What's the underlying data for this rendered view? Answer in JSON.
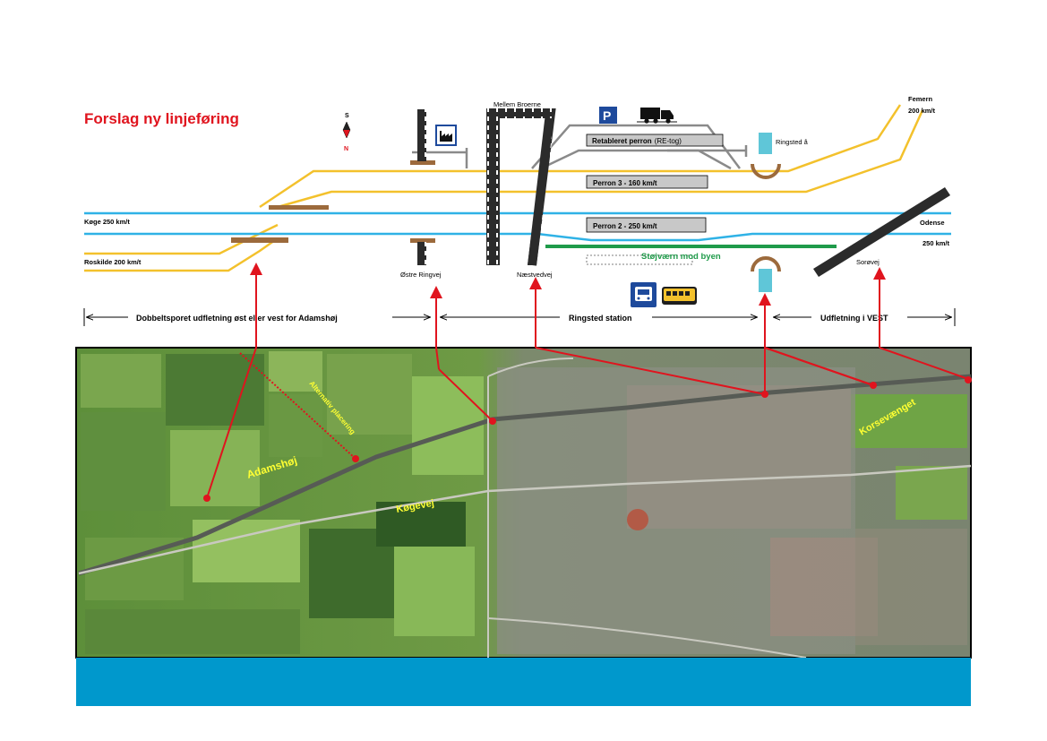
{
  "title": "Forslag ny linjeføring",
  "compass": {
    "north": "N",
    "south": "S"
  },
  "tracks": {
    "koege": "Køge 250 km/t",
    "roskilde": "Roskilde 200 km/t",
    "femern_name": "Femern",
    "femern_speed": "200 km/t",
    "odense_name": "Odense",
    "odense_speed": "250 km/t"
  },
  "roads": {
    "mellem_broerne": "Mellem Broerne",
    "oestre_ringvej": "Østre Ringvej",
    "naestvedvej": "Næstvedvej",
    "soroevej": "Sorøvej",
    "ringsted_aa": "Ringsted å"
  },
  "platforms": {
    "retableret_main": "Retableret perron",
    "retableret_sub": "(RE-tog)",
    "perron3": "Perron 3 - 160 km/t",
    "perron2": "Perron 2 - 250 km/t",
    "noise_barrier": "Støjværn mod byen"
  },
  "icons": {
    "parking": "P",
    "colors": {
      "track_yellow": "#f3c12c",
      "track_blue": "#2fb2e6",
      "road": "#2b2b2b",
      "bridge": "#9c6a3c",
      "river": "#5fc6d8",
      "barrier": "#1f9b4a",
      "arrow": "#e0141e",
      "bottom_band": "#0098cc"
    }
  },
  "sections": {
    "left": "Dobbeltsporet udfletning øst eller vest for Adamshøj",
    "middle": "Ringsted station",
    "right": "Udfletning i VEST"
  },
  "map_labels": {
    "adamshoej": "Adamshøj",
    "koegevej": "Køgevej",
    "alternativ": "Alternativ placering",
    "korsevaenget": "Korsevænget"
  }
}
